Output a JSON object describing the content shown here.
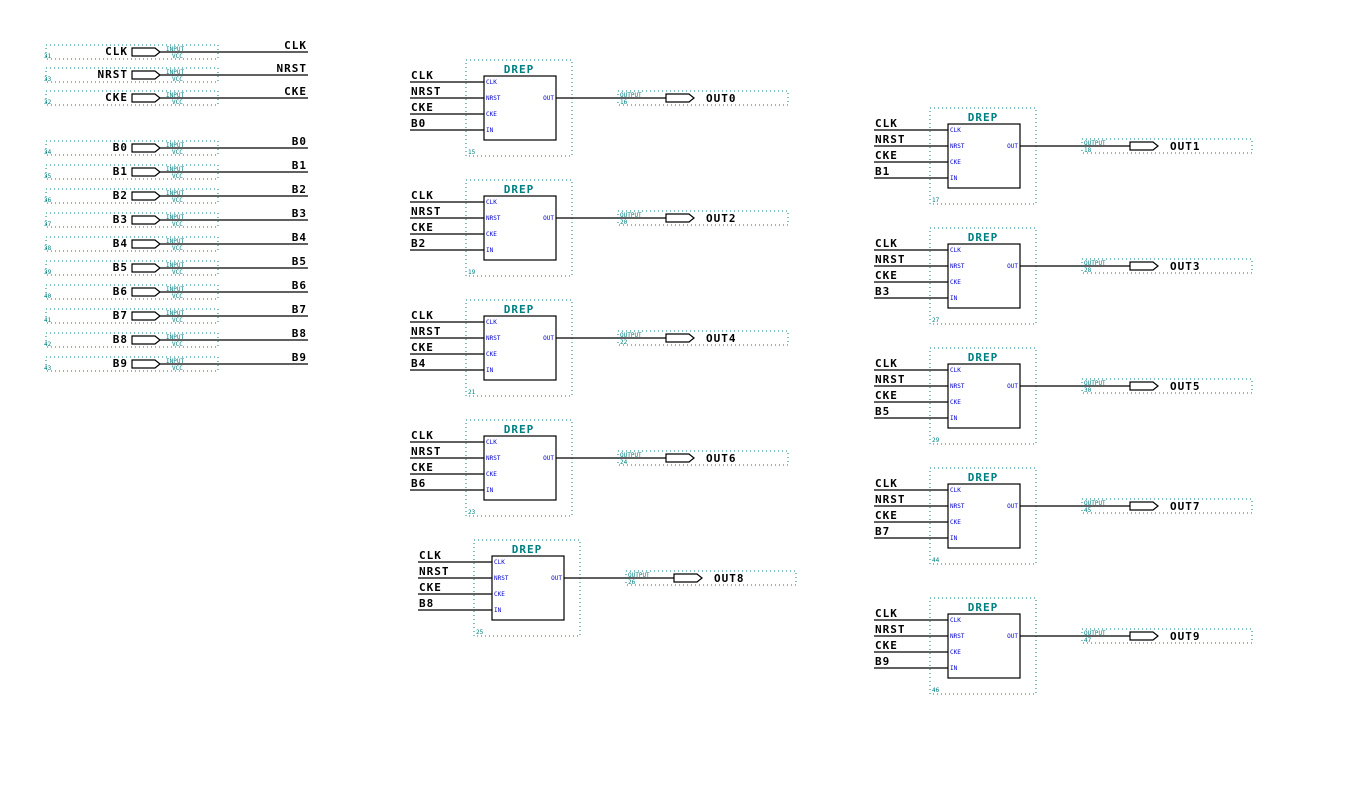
{
  "input_ports": [
    {
      "name": "CLK",
      "type_label": "INPUT",
      "power_label": "VCC",
      "inst": "31"
    },
    {
      "name": "NRST",
      "type_label": "INPUT",
      "power_label": "VCC",
      "inst": "33"
    },
    {
      "name": "CKE",
      "type_label": "INPUT",
      "power_label": "VCC",
      "inst": "32"
    }
  ],
  "bus_ports": [
    {
      "name": "B0",
      "type_label": "INPUT",
      "power_label": "VCC",
      "inst": "34"
    },
    {
      "name": "B1",
      "type_label": "INPUT",
      "power_label": "VCC",
      "inst": "35"
    },
    {
      "name": "B2",
      "type_label": "INPUT",
      "power_label": "VCC",
      "inst": "36"
    },
    {
      "name": "B3",
      "type_label": "INPUT",
      "power_label": "VCC",
      "inst": "37"
    },
    {
      "name": "B4",
      "type_label": "INPUT",
      "power_label": "VCC",
      "inst": "38"
    },
    {
      "name": "B5",
      "type_label": "INPUT",
      "power_label": "VCC",
      "inst": "39"
    },
    {
      "name": "B6",
      "type_label": "INPUT",
      "power_label": "VCC",
      "inst": "40"
    },
    {
      "name": "B7",
      "type_label": "INPUT",
      "power_label": "VCC",
      "inst": "41"
    },
    {
      "name": "B8",
      "type_label": "INPUT",
      "power_label": "VCC",
      "inst": "42"
    },
    {
      "name": "B9",
      "type_label": "INPUT",
      "power_label": "VCC",
      "inst": "43"
    }
  ],
  "blocks": [
    {
      "title": "DREP",
      "inst": "15",
      "inputs": [
        "CLK",
        "NRST",
        "CKE",
        "B0"
      ],
      "output": "OUT0",
      "out_label": "OUTPUT",
      "out_inst": "16"
    },
    {
      "title": "DREP",
      "inst": "19",
      "inputs": [
        "CLK",
        "NRST",
        "CKE",
        "B2"
      ],
      "output": "OUT2",
      "out_label": "OUTPUT",
      "out_inst": "20"
    },
    {
      "title": "DREP",
      "inst": "21",
      "inputs": [
        "CLK",
        "NRST",
        "CKE",
        "B4"
      ],
      "output": "OUT4",
      "out_label": "OUTPUT",
      "out_inst": "22"
    },
    {
      "title": "DREP",
      "inst": "23",
      "inputs": [
        "CLK",
        "NRST",
        "CKE",
        "B6"
      ],
      "output": "OUT6",
      "out_label": "OUTPUT",
      "out_inst": "24"
    },
    {
      "title": "DREP",
      "inst": "25",
      "inputs": [
        "CLK",
        "NRST",
        "CKE",
        "B8"
      ],
      "output": "OUT8",
      "out_label": "OUTPUT",
      "out_inst": "26"
    },
    {
      "title": "DREP",
      "inst": "17",
      "inputs": [
        "CLK",
        "NRST",
        "CKE",
        "B1"
      ],
      "output": "OUT1",
      "out_label": "OUTPUT",
      "out_inst": "18"
    },
    {
      "title": "DREP",
      "inst": "27",
      "inputs": [
        "CLK",
        "NRST",
        "CKE",
        "B3"
      ],
      "output": "OUT3",
      "out_label": "OUTPUT",
      "out_inst": "28"
    },
    {
      "title": "DREP",
      "inst": "29",
      "inputs": [
        "CLK",
        "NRST",
        "CKE",
        "B5"
      ],
      "output": "OUT5",
      "out_label": "OUTPUT",
      "out_inst": "30"
    },
    {
      "title": "DREP",
      "inst": "44",
      "inputs": [
        "CLK",
        "NRST",
        "CKE",
        "B7"
      ],
      "output": "OUT7",
      "out_label": "OUTPUT",
      "out_inst": "45"
    },
    {
      "title": "DREP",
      "inst": "46",
      "inputs": [
        "CLK",
        "NRST",
        "CKE",
        "B9"
      ],
      "output": "OUT9",
      "out_label": "OUTPUT",
      "out_inst": "47"
    }
  ],
  "block_pins": {
    "clk": "CLK",
    "nrst": "NRST",
    "cke": "CKE",
    "in": "IN",
    "out": "OUT"
  },
  "colors": {
    "wire": "#000000",
    "annotation": "#008080",
    "pin": "#0000cc"
  }
}
